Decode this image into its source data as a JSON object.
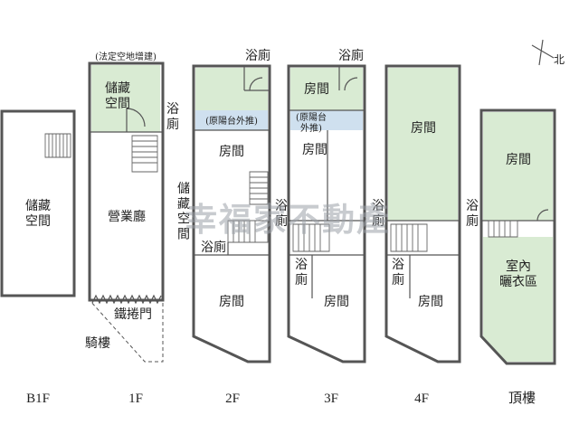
{
  "watermark": "幸福家不動產",
  "north_label": "北",
  "floors": {
    "b1f": "B1F",
    "f1": "1F",
    "f2": "2F",
    "f3": "3F",
    "f4": "4F",
    "roof": "頂樓"
  },
  "labels": {
    "b1_storage": "儲藏\n空間",
    "f1_note": "(法定空地增建)",
    "f1_storage": "儲藏\n空間",
    "f1_bath": "浴\n廁",
    "f1_hall": "營業廳",
    "f1_shutter": "鐵捲門",
    "f1_arcade": "騎樓",
    "f2_bath_top": "浴廁",
    "f2_balcony": "(原陽台外推)",
    "f2_room1": "房間",
    "f2_storage": "儲\n藏\n空\n間",
    "f2_bath_mid": "浴廁",
    "f2_room2": "房間",
    "f3_bath_top": "浴廁",
    "f3_room1": "房間",
    "f3_balcony": "(原陽台\n外推)",
    "f3_room2": "房間",
    "f3_bath_left": "浴\n廁",
    "f3_bath_low": "浴\n廁",
    "f3_room3": "房間",
    "f4_room1": "房間",
    "f4_bath_left": "浴\n廁",
    "f4_bath_low": "浴\n廁",
    "f4_room2": "房間",
    "roof_bath": "浴\n廁",
    "roof_room": "房間",
    "roof_laundry": "室內\n曬衣區"
  },
  "colors": {
    "room_fill": "#d9ebd3",
    "balcony_fill": "#cfe0ef",
    "wall": "#555555"
  }
}
